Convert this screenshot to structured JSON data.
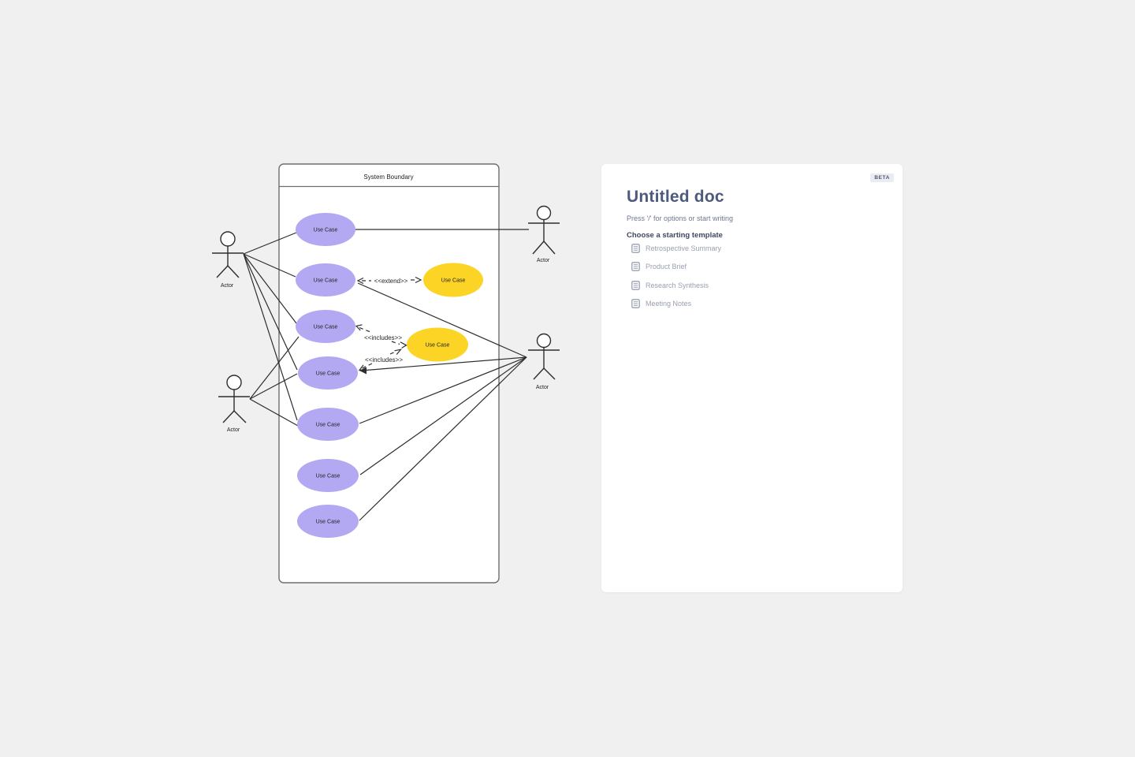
{
  "diagram": {
    "boundary_label": "System Boundary",
    "use_cases": [
      {
        "id": "uc1",
        "label": "Use Case",
        "color": "purple"
      },
      {
        "id": "uc2",
        "label": "Use Case",
        "color": "purple"
      },
      {
        "id": "uc3",
        "label": "Use Case",
        "color": "purple"
      },
      {
        "id": "uc4",
        "label": "Use Case",
        "color": "purple"
      },
      {
        "id": "uc5",
        "label": "Use Case",
        "color": "purple"
      },
      {
        "id": "uc6",
        "label": "Use Case",
        "color": "purple"
      },
      {
        "id": "uc7",
        "label": "Use Case",
        "color": "purple"
      },
      {
        "id": "uc8",
        "label": "Use Case",
        "color": "yellow"
      },
      {
        "id": "uc9",
        "label": "Use Case",
        "color": "yellow"
      }
    ],
    "actors": [
      {
        "label": "Actor"
      },
      {
        "label": "Actor"
      },
      {
        "label": "Actor"
      },
      {
        "label": "Actor"
      }
    ],
    "connectors": {
      "extend_label": "<<extend>>",
      "includes_label_1": "<<includes>>",
      "includes_label_2": "<<includes>>"
    },
    "colors": {
      "purple": "#b3a9f2",
      "yellow": "#fbd425",
      "line": "#2d2d2d",
      "boundary_border": "#6e6e6e",
      "boundary_fill": "#ffffff"
    }
  },
  "doc_panel": {
    "beta_badge": "BETA",
    "title": "Untitled doc",
    "subtitle": "Press '/' for options or start writing",
    "templates_heading": "Choose a starting template",
    "templates": [
      {
        "label": "Retrospective Summary"
      },
      {
        "label": "Product Brief"
      },
      {
        "label": "Research Synthesis"
      },
      {
        "label": "Meeting Notes"
      }
    ]
  }
}
